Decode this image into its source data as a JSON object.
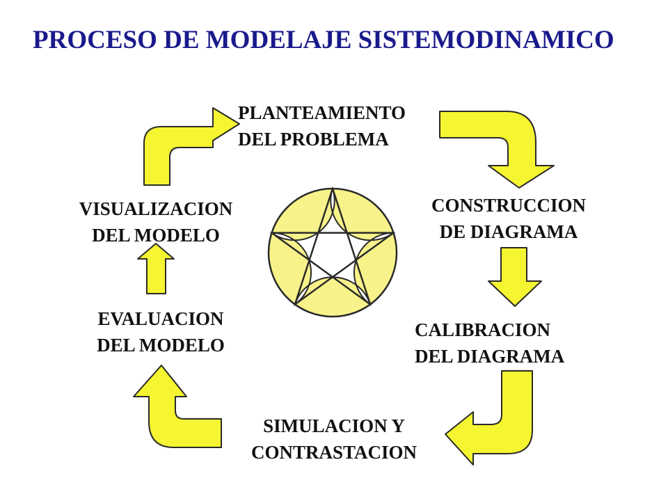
{
  "title": "PROCESO DE MODELAJE SISTEMODINAMICO",
  "colors": {
    "title": "#1a1a8c",
    "text": "#111111",
    "arrow_fill": "#f5f531",
    "arrow_stroke": "#2a2a2a",
    "emblem_fill": "#f7f38a",
    "emblem_inner": "#ffffff"
  },
  "steps": [
    {
      "line1": "PLANTEAMIENTO",
      "line2": "DEL PROBLEMA"
    },
    {
      "line1": "CONSTRUCCION",
      "line2": "DE DIAGRAMA"
    },
    {
      "line1": "CALIBRACION",
      "line2": "DEL DIAGRAMA"
    },
    {
      "line1": "SIMULACION Y",
      "line2": "CONTRASTACION"
    },
    {
      "line1": "EVALUACION",
      "line2": "DEL MODELO"
    },
    {
      "line1": "VISUALIZACION",
      "line2": "DEL MODELO"
    }
  ],
  "emblem": {
    "icon": "star-in-circle-icon"
  }
}
